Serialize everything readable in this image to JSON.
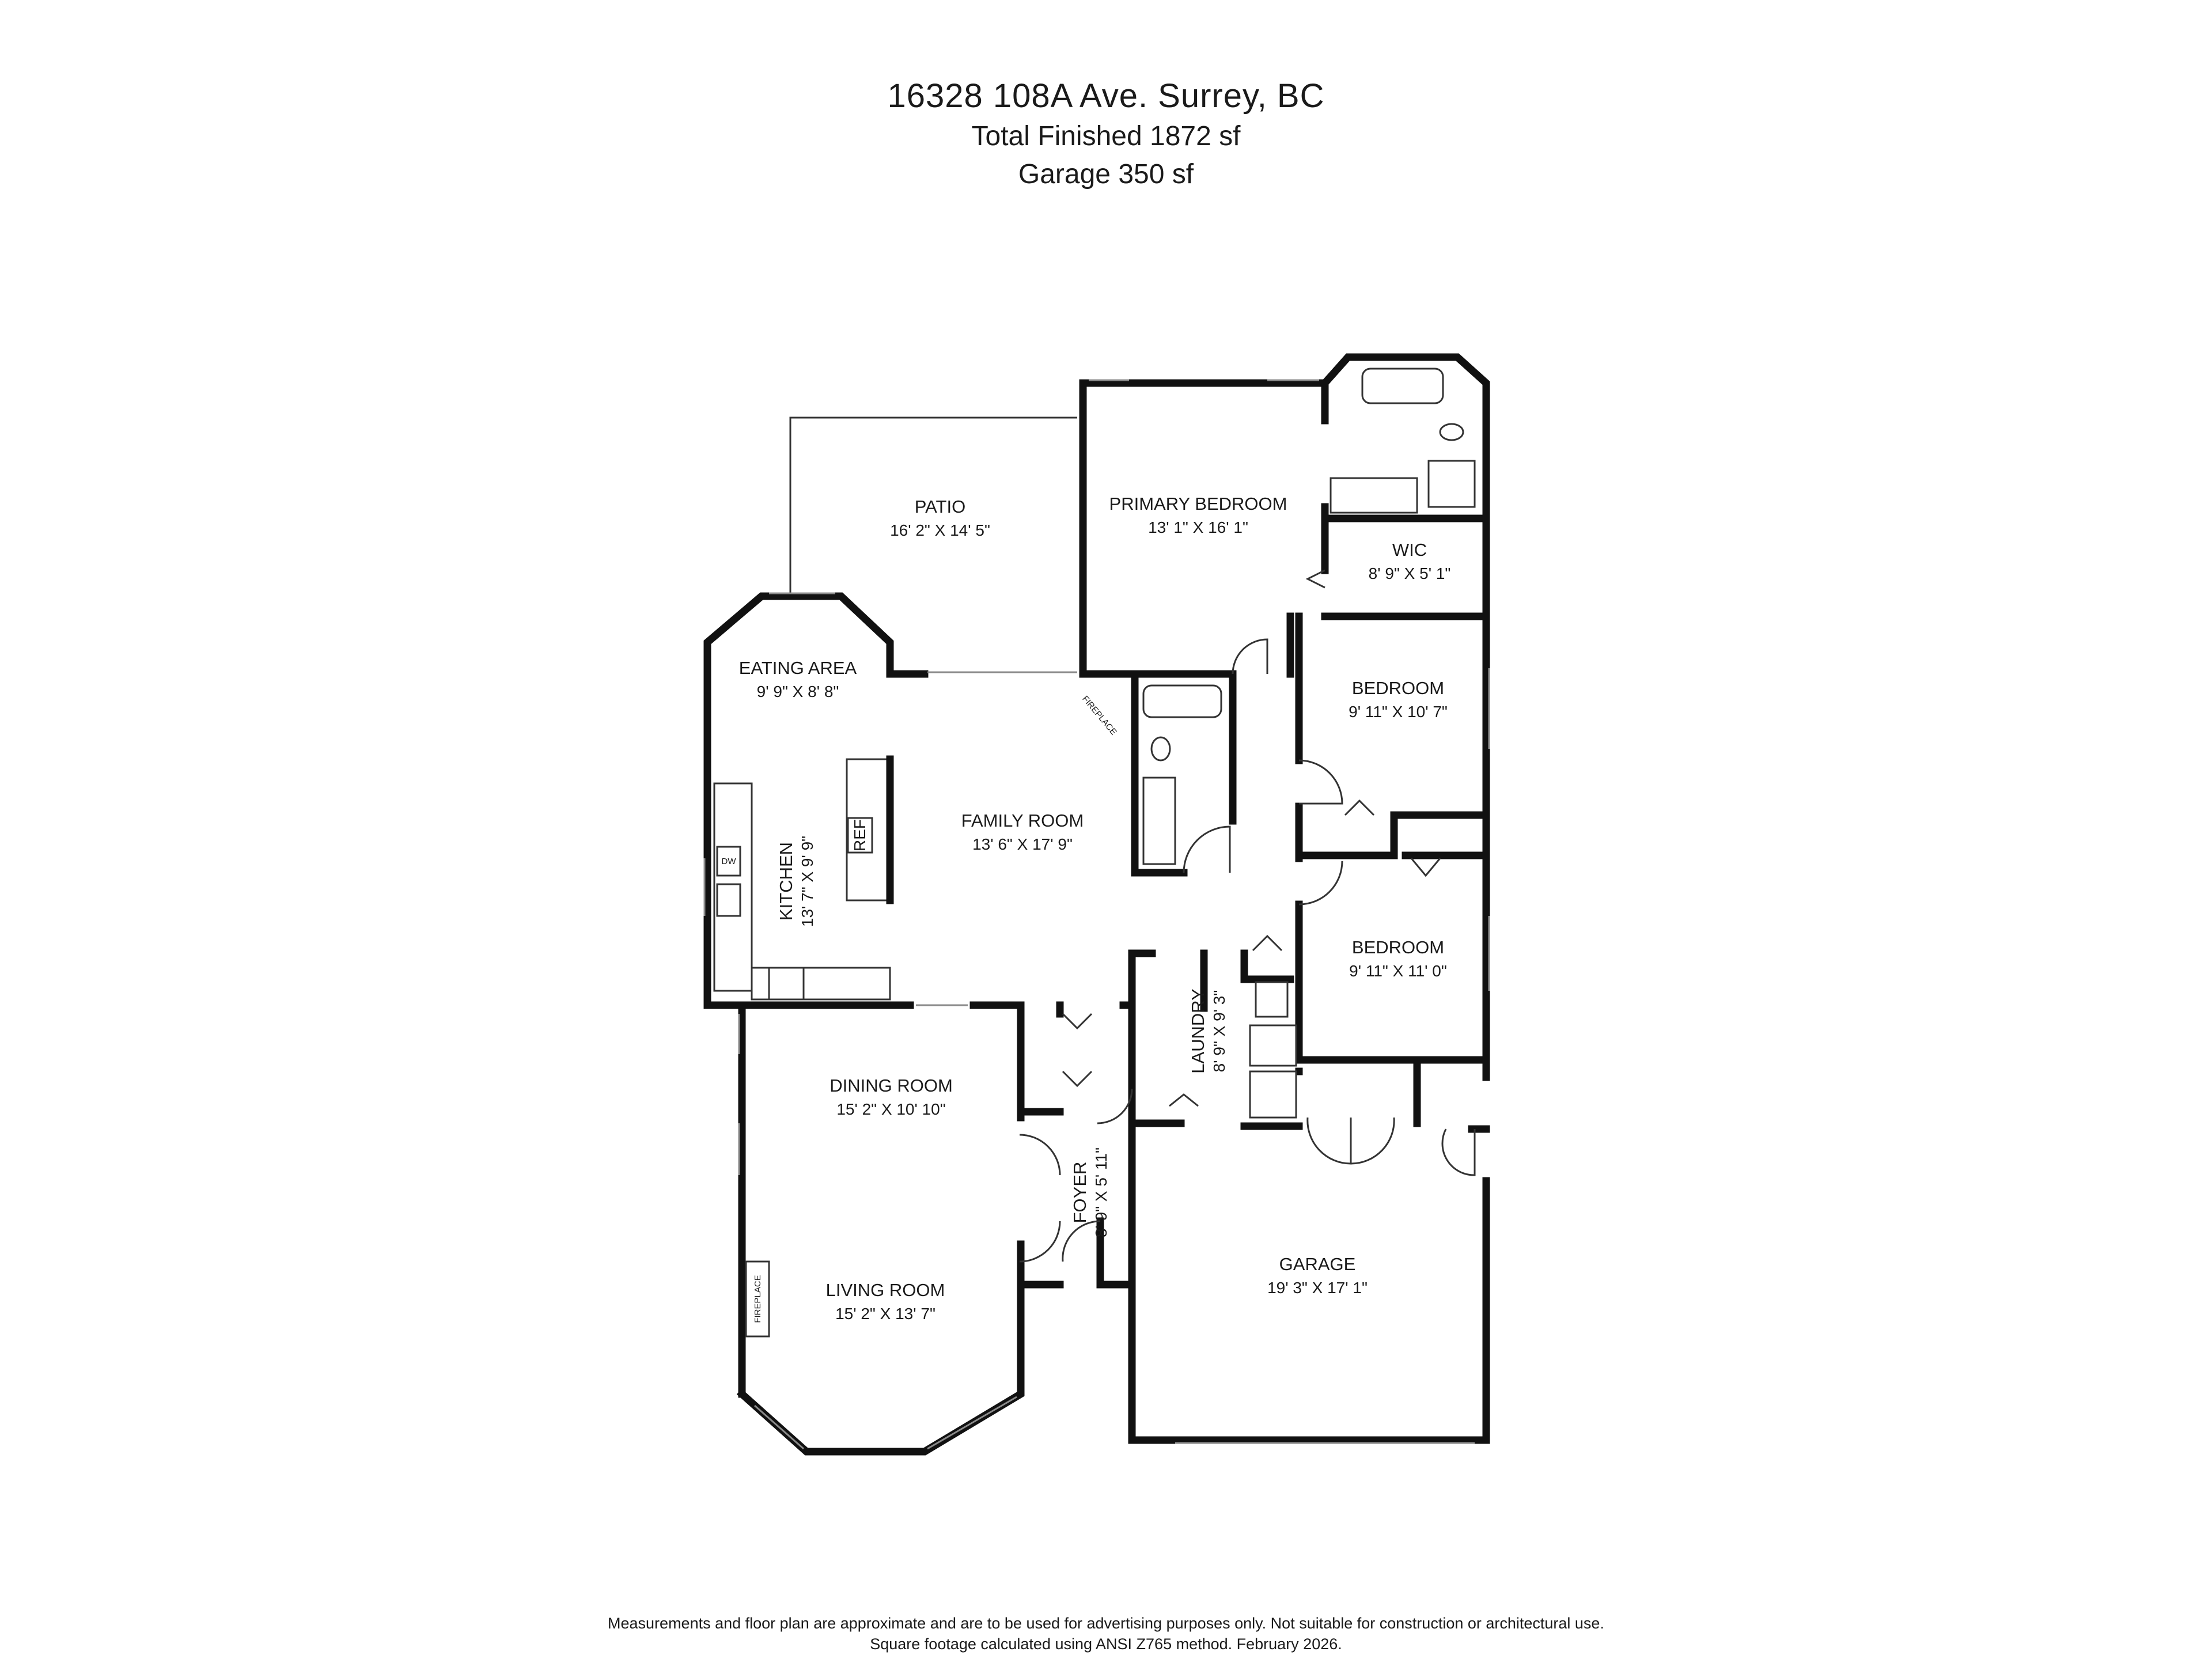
{
  "header": {
    "address": "16328 108A Ave. Surrey, BC",
    "total_finished": "Total Finished  1872 sf",
    "garage_area": "Garage  350 sf"
  },
  "rooms": {
    "patio": {
      "name": "PATIO",
      "dims": "16' 2\" X 14' 5\""
    },
    "primary_bedroom": {
      "name": "PRIMARY BEDROOM",
      "dims": "13' 1\" X 16' 1\""
    },
    "wic": {
      "name": "WIC",
      "dims": "8' 9\" X 5' 1\""
    },
    "eating_area": {
      "name": "EATING AREA",
      "dims": "9' 9\" X 8' 8\""
    },
    "bedroom_1": {
      "name": "BEDROOM",
      "dims": "9' 11\" X 10' 7\""
    },
    "kitchen": {
      "name": "KITCHEN",
      "dims": "13' 7\" X 9' 9\""
    },
    "family_room": {
      "name": "FAMILY ROOM",
      "dims": "13' 6\" X 17' 9\""
    },
    "bedroom_2": {
      "name": "BEDROOM",
      "dims": "9' 11\" X 11' 0\""
    },
    "laundry": {
      "name": "LAUNDRY",
      "dims": "8' 9\" X 9' 3\""
    },
    "dining_room": {
      "name": "DINING ROOM",
      "dims": "15' 2\" X 10' 10\""
    },
    "foyer": {
      "name": "FOYER",
      "dims": "8' 9\" X 5' 11\""
    },
    "garage": {
      "name": "GARAGE",
      "dims": "19' 3\" X 17' 1\""
    },
    "living_room": {
      "name": "LIVING ROOM",
      "dims": "15' 2\" X 13' 7\""
    }
  },
  "fixtures": {
    "fireplace_family": "FIREPLACE",
    "fireplace_living": "FIREPLACE",
    "dishwasher": "DW",
    "refrigerator": "REF"
  },
  "footer": {
    "line1": "Measurements and floor plan are approximate and are to be used for advertising purposes only. Not suitable for construction or architectural use.",
    "line2": "Square footage calculated using ANSI Z765 method. February 2026."
  }
}
